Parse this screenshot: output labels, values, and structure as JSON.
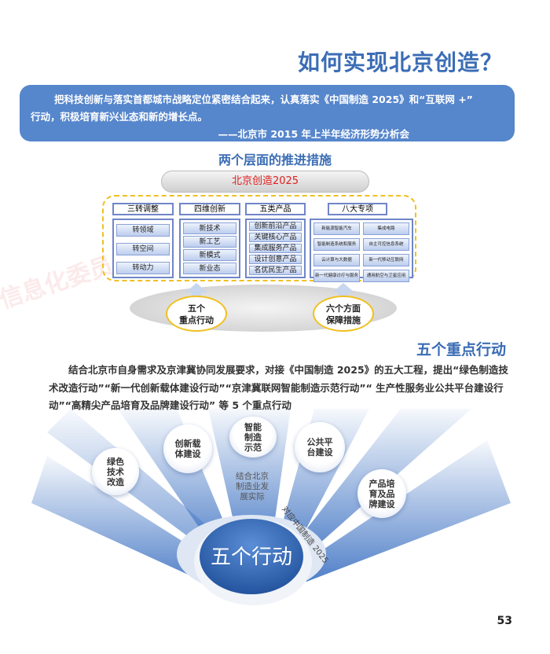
{
  "title": "如何实现北京创造？",
  "quote": {
    "line1": "把科技创新与落实首都城市战略定位紧密结合起来，认真落实《中国制造 2025》和“互联网 +”",
    "line2": "行动，积极培育新兴业态和新的增长点。",
    "source": "——北京市 2015 年上半年经济形势分析会"
  },
  "section1": {
    "heading": "两个层面的推进措施",
    "center_label": "北京创造2025",
    "columns": [
      {
        "header": "三转调整",
        "items": [
          "转领域",
          "转空间",
          "转动力"
        ]
      },
      {
        "header": "四维创新",
        "items": [
          "新技术",
          "新工艺",
          "新模式",
          "新业态"
        ]
      },
      {
        "header": "五类产品",
        "items": [
          "创新前沿产品",
          "关键核心产品",
          "集成服务产品",
          "设计创意产品",
          "名优民生产品"
        ]
      },
      {
        "header": "八大专项",
        "items": [
          "新能源智能汽车",
          "集成电路",
          "智能制造系统和服务",
          "自主可控信息系统",
          "云计算与大数据",
          "新一代移动互联网",
          "新一代健康诊疗与服务",
          "通用航空与卫星应用"
        ]
      }
    ],
    "base_left": [
      "五个",
      "重点行动"
    ],
    "base_right": [
      "六个方面",
      "保障措施"
    ]
  },
  "section2": {
    "heading": "五个重点行动",
    "paragraph": "结合北京市自身需求及京津冀协同发展要求，对接《中国制造 2025》的五大工程，提出“绿色制造技术改造行动”“新一代创新载体建设行动”“京津冀联网智能制造示范行动”“ 生产性服务业公共平台建设行动”“高精尖产品培育及品牌建设行动” 等 5 个重点行动",
    "center": "五个行动",
    "actions": [
      "绿色技术改造",
      "创新载体建设",
      "智能制造示范",
      "公共平台建设",
      "产品培育及品牌建设"
    ],
    "note1": "结合北京制造业发展实际",
    "note2": "对应中国制造 2025"
  },
  "watermark": "信息化委员会",
  "page_number": "53"
}
